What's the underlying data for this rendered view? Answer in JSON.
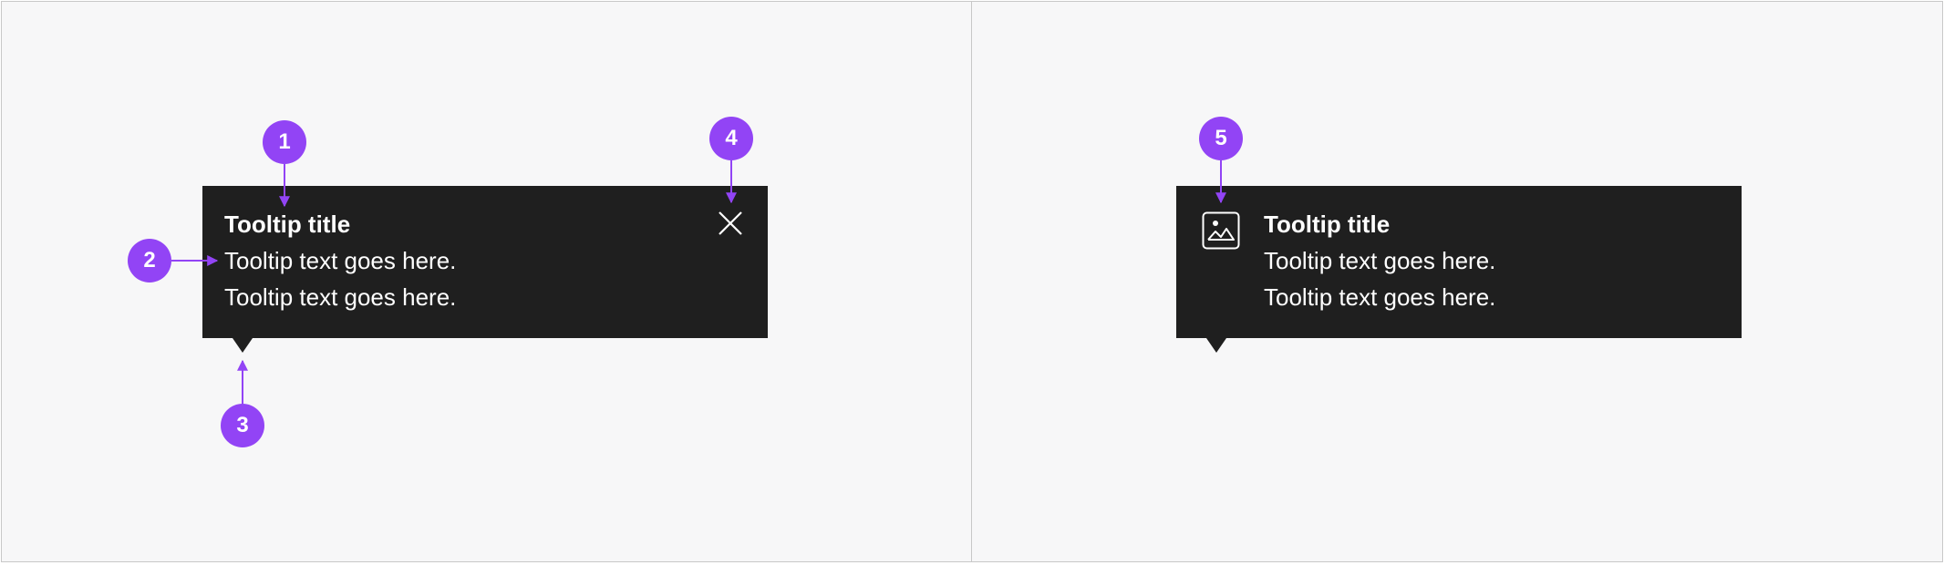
{
  "left_example": {
    "title": "Tooltip title",
    "lines": [
      "Tooltip text goes here.",
      "Tooltip text goes here."
    ],
    "close_icon": "close-icon"
  },
  "right_example": {
    "title": "Tooltip title",
    "lines": [
      "Tooltip text goes here.",
      "Tooltip text goes here."
    ],
    "leading_icon": "image-icon"
  },
  "callouts": [
    "1",
    "2",
    "3",
    "4",
    "5"
  ],
  "colors": {
    "background": "#f7f7f8",
    "tooltip_bg": "#1f1f1f",
    "tooltip_text": "#ffffff",
    "callout": "#9244f5",
    "border": "#c8c8c8"
  }
}
